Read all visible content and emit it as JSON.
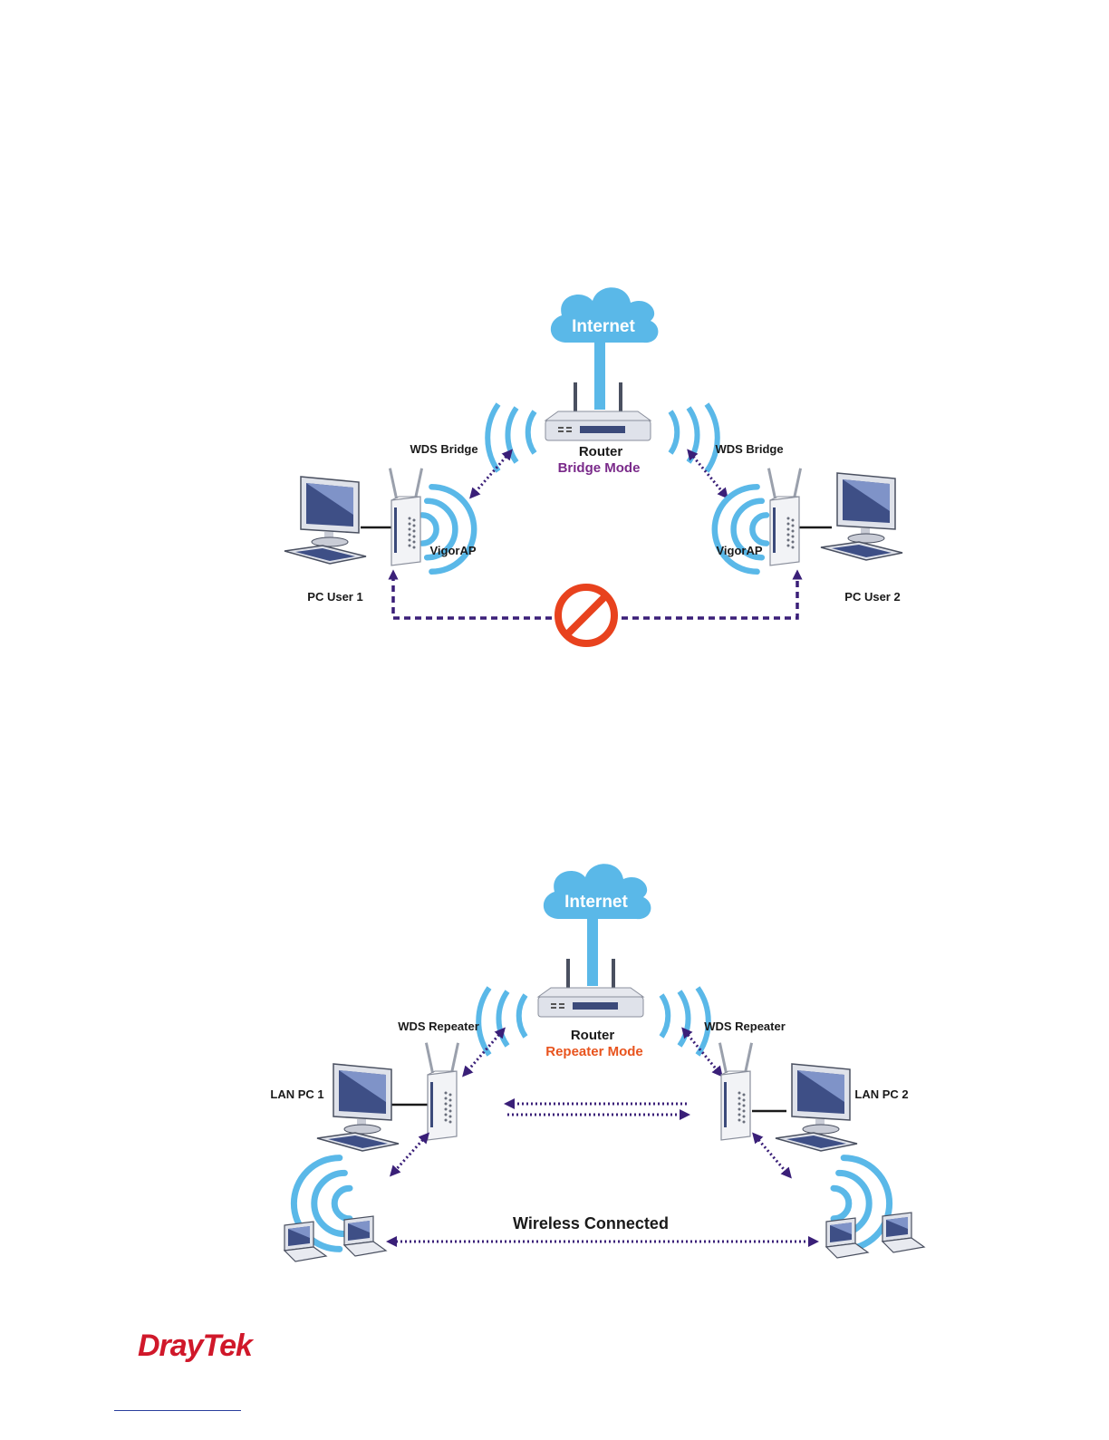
{
  "colors": {
    "cloud": "#5ab8e8",
    "wave": "#5ab8e8",
    "arrow": "#3a1f78",
    "bridge_mode": "#7a2a8a",
    "repeater_mode": "#e8541e",
    "no_sign": "#e8421e",
    "brand": "#d0182a",
    "text": "#1a1a1a"
  },
  "diagram_bridge": {
    "internet": "Internet",
    "router": "Router",
    "mode": "Bridge Mode",
    "left_link": "WDS Bridge",
    "right_link": "WDS Bridge",
    "left_ap": "VigorAP",
    "right_ap": "VigorAP",
    "left_pc": "PC User 1",
    "right_pc": "PC User 2",
    "blocked_icon": "prohibited-icon"
  },
  "diagram_repeater": {
    "internet": "Internet",
    "router": "Router",
    "mode": "Repeater Mode",
    "left_link": "WDS Repeater",
    "right_link": "WDS Repeater",
    "left_pc": "LAN PC 1",
    "right_pc": "LAN PC 2",
    "wireless": "Wireless Connected"
  },
  "footer": {
    "brand_part1": "Dray",
    "brand_part2": "Tek"
  }
}
